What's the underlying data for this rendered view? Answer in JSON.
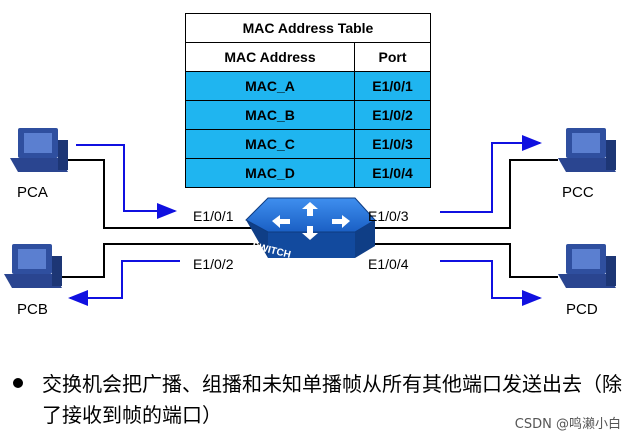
{
  "table": {
    "title": "MAC Address Table",
    "col_mac": "MAC Address",
    "col_port": "Port",
    "rows": [
      {
        "mac": "MAC_A",
        "port": "E1/0/1"
      },
      {
        "mac": "MAC_B",
        "port": "E1/0/2"
      },
      {
        "mac": "MAC_C",
        "port": "E1/0/3"
      },
      {
        "mac": "MAC_D",
        "port": "E1/0/4"
      }
    ]
  },
  "hosts": {
    "a": "PCA",
    "b": "PCB",
    "c": "PCC",
    "d": "PCD"
  },
  "ports": {
    "p1": "E1/0/1",
    "p2": "E1/0/2",
    "p3": "E1/0/3",
    "p4": "E1/0/4"
  },
  "switch_label": "SWITCH",
  "bullet": "交换机会把广播、组播和未知单播帧从所有其他端口发送出去（除了接收到帧的端口）",
  "watermark": "CSDN @鸣濑小白",
  "colors": {
    "table_fill": "#1fb5f0",
    "arrow": "#1010e0",
    "switch": "#1f6fd6"
  }
}
